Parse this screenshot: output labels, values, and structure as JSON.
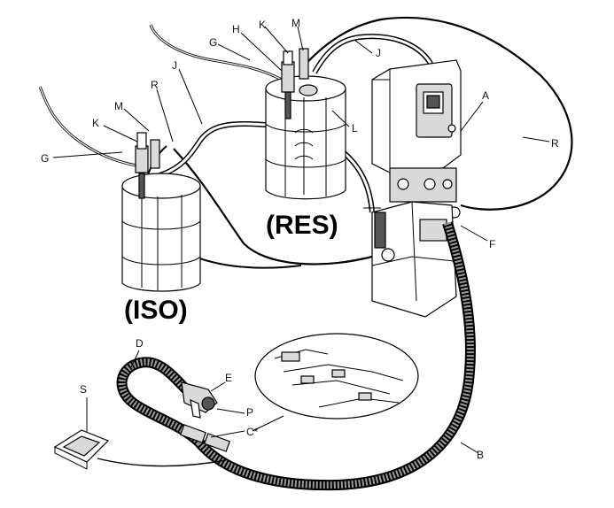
{
  "diagram": {
    "drums": {
      "iso_label": "(ISO)",
      "res_label": "(RES)"
    },
    "callouts": {
      "A": "A",
      "B": "B",
      "C": "C*",
      "D": "D",
      "E": "E",
      "F": "F",
      "G_left": "G",
      "G_top": "G",
      "H": "H",
      "J_left": "J",
      "J_top": "J",
      "K_left": "K",
      "K_top": "K",
      "L": "L",
      "M_left": "M",
      "M_top": "M",
      "P": "P",
      "R_left": "R",
      "R_right": "R",
      "S": "S"
    }
  }
}
